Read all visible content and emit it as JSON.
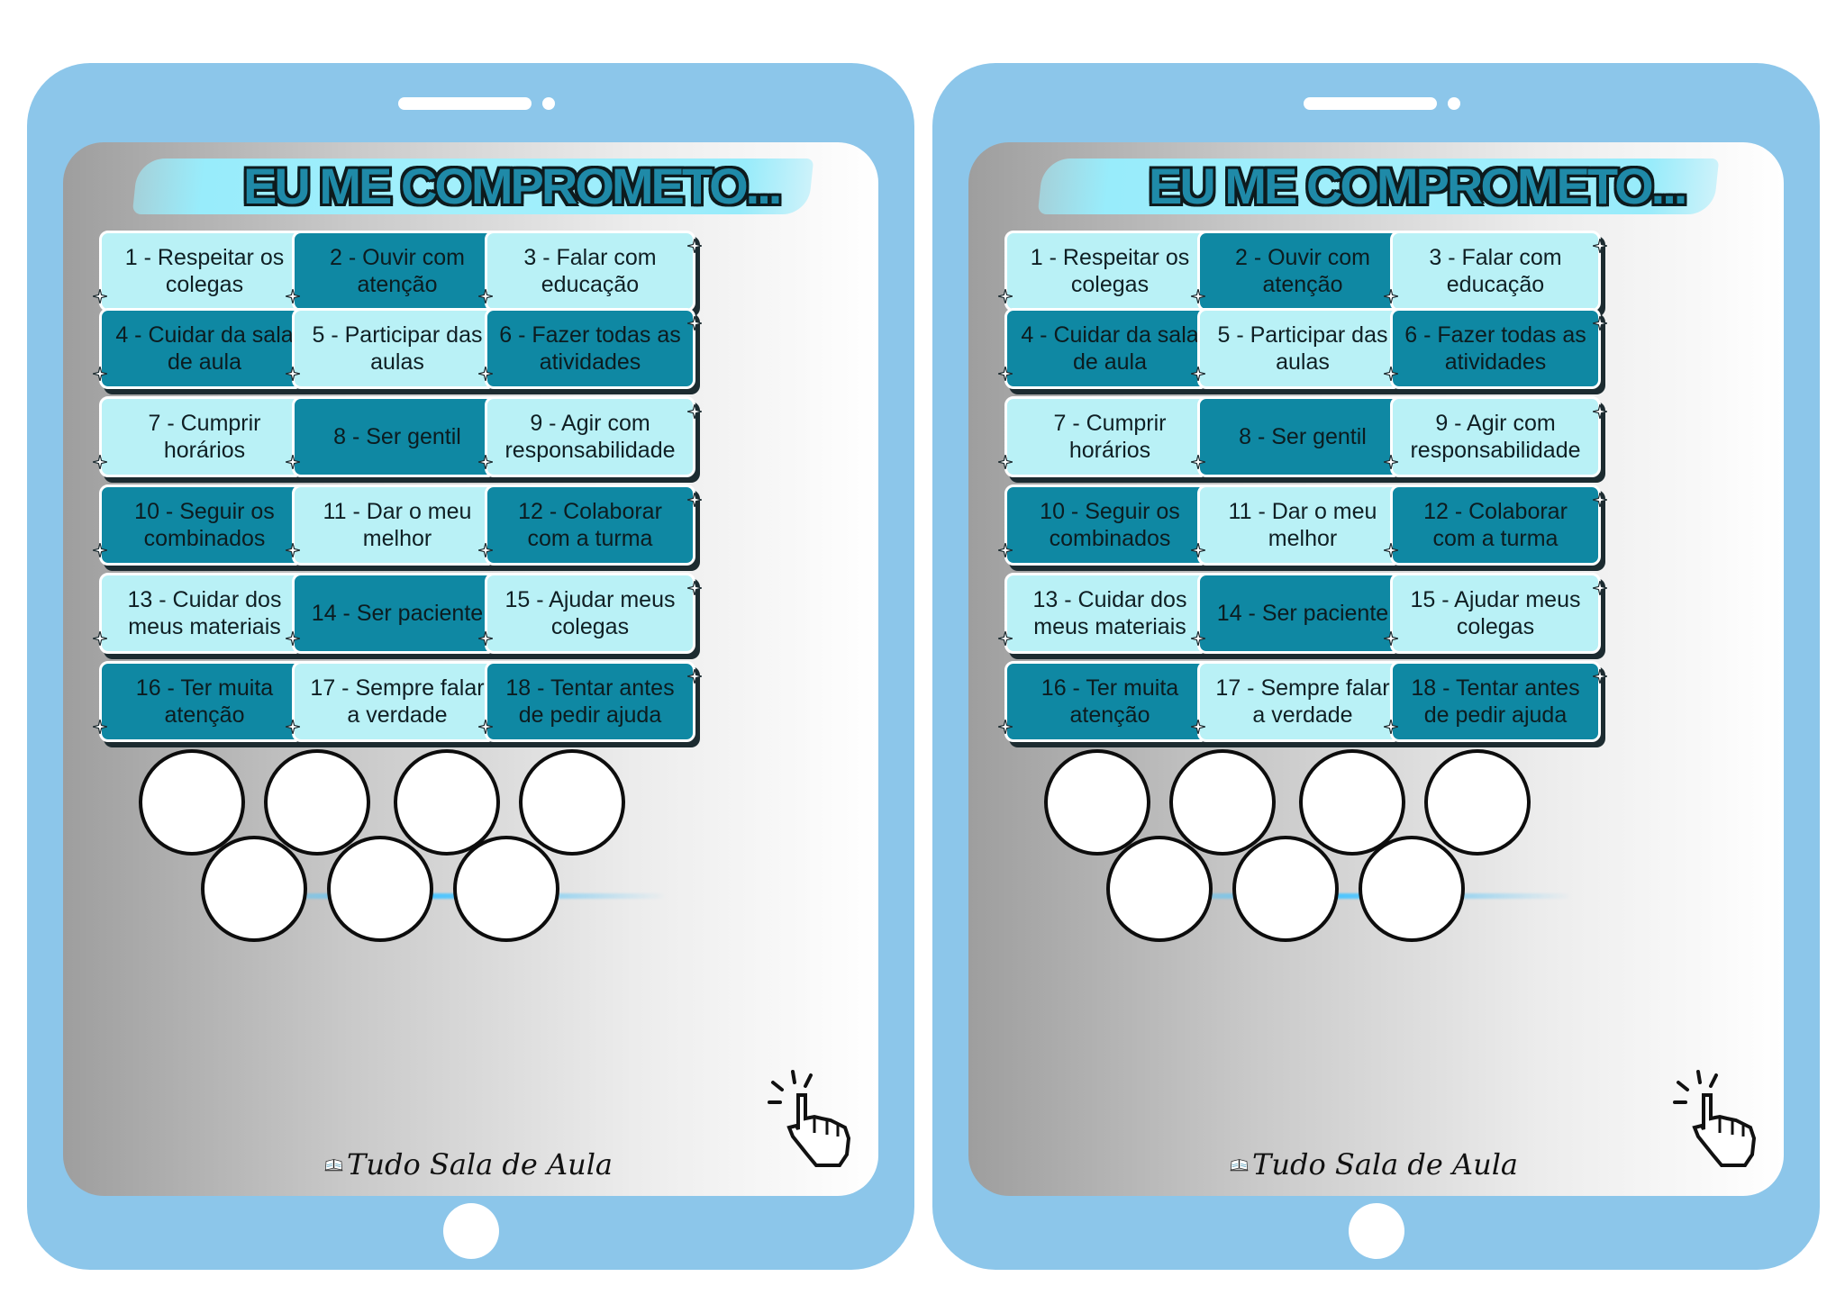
{
  "title": "EU ME COMPROMETO...",
  "brand": "Tudo Sala de Aula",
  "colors": {
    "frame": "#8cc6ea",
    "card_light": "#b9f1f6",
    "card_dark": "#0f88a3",
    "title_brush": "#98ecfb"
  },
  "cards": [
    {
      "text": "1 - Respeitar os colegas",
      "tone": "light"
    },
    {
      "text": "2 - Ouvir com atenção",
      "tone": "dark"
    },
    {
      "text": "3 - Falar com educação",
      "tone": "light"
    },
    {
      "text": "4 - Cuidar da sala de aula",
      "tone": "dark"
    },
    {
      "text": "5 - Participar das aulas",
      "tone": "light"
    },
    {
      "text": "6 - Fazer todas as atividades",
      "tone": "dark"
    },
    {
      "text": "7 - Cumprir horários",
      "tone": "light"
    },
    {
      "text": "8 - Ser gentil",
      "tone": "dark"
    },
    {
      "text": "9 - Agir com responsabilidade",
      "tone": "light"
    },
    {
      "text": "10 - Seguir os combinados",
      "tone": "dark"
    },
    {
      "text": "11 - Dar o meu melhor",
      "tone": "light"
    },
    {
      "text": "12 - Colaborar com a turma",
      "tone": "dark"
    },
    {
      "text": "13 - Cuidar dos meus materiais",
      "tone": "light"
    },
    {
      "text": "14 - Ser paciente",
      "tone": "dark"
    },
    {
      "text": "15 - Ajudar meus colegas",
      "tone": "light"
    },
    {
      "text": "16 - Ter muita atenção",
      "tone": "dark"
    },
    {
      "text": "17 - Sempre falar a verdade",
      "tone": "light"
    },
    {
      "text": "18 - Tentar antes de pedir ajuda",
      "tone": "dark"
    }
  ],
  "sticker_circles": 7,
  "icons": {
    "pointer": "hand-pointer-icon",
    "sparkle": "sparkle-icon",
    "logo": "book-icon"
  }
}
